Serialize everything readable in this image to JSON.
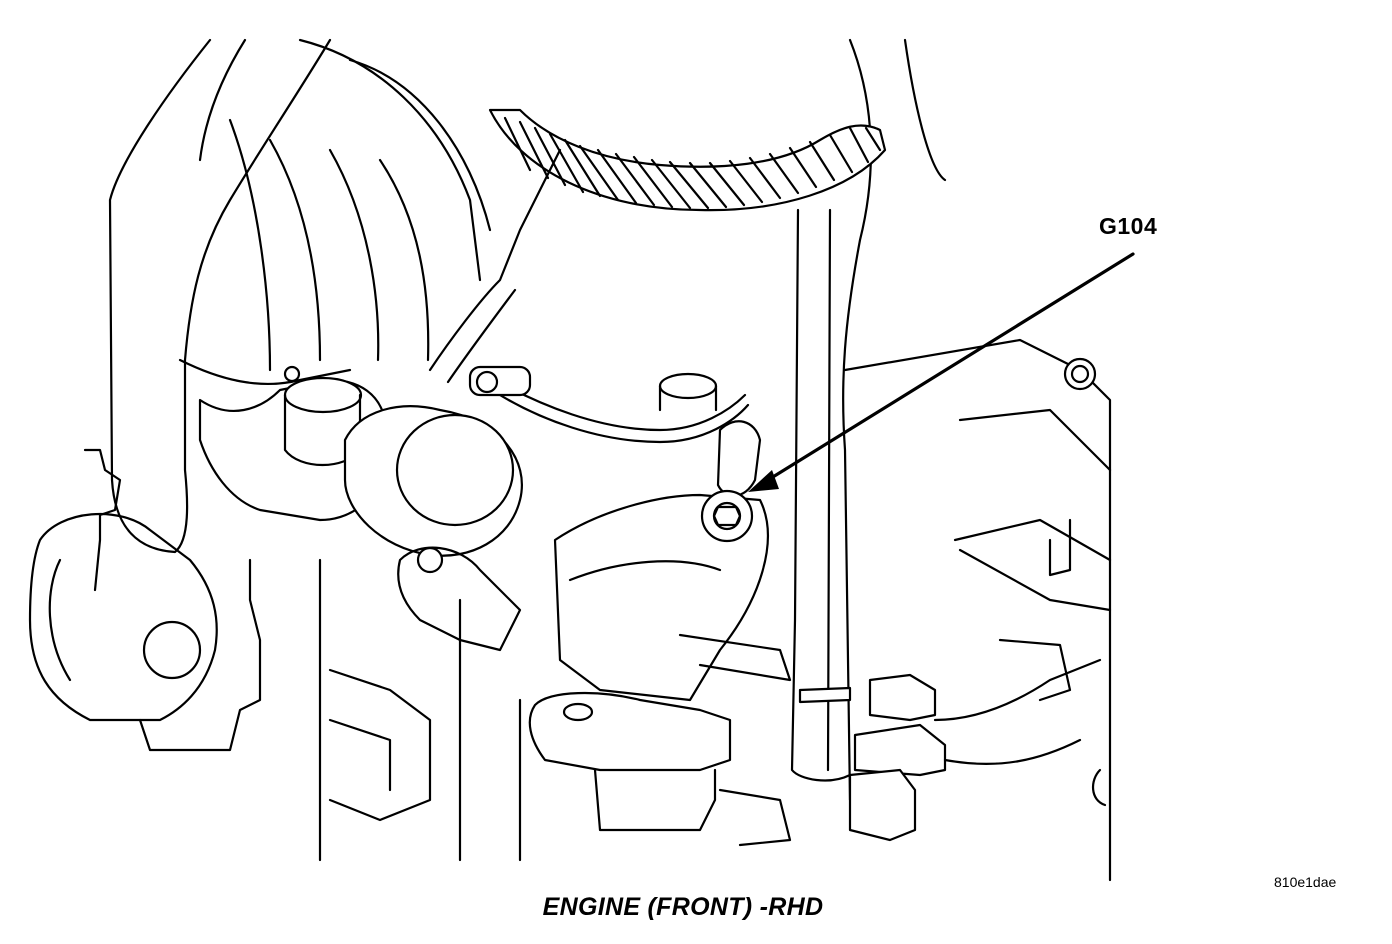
{
  "figure": {
    "callout": "G104",
    "caption": "ENGINE (FRONT) -RHD",
    "figure_id": "810e1dae"
  }
}
